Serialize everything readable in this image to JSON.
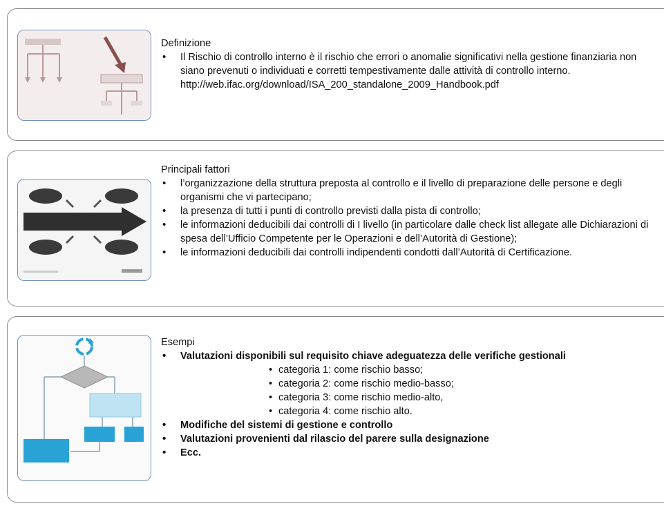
{
  "sections": [
    {
      "heading": "Definizione",
      "bullet": "Il Rischio di controllo interno è il rischio che errori o anomalie significativi nella gestione finanziaria non siano prevenuti o individuati e corretti tempestivamente dalle attività di controllo interno.",
      "url": "http://web.ifac.org/download/ISA_200_standalone_2009_Handbook.pdf"
    },
    {
      "heading": "Principali fattori",
      "bullets": [
        "l’organizzazione della struttura preposta al controllo e il livello di preparazione delle persone e degli organismi che vi partecipano;",
        "la presenza di tutti i punti di controllo previsti dalla pista di controllo;",
        "le informazioni deducibili dai controlli di I livello (in particolare dalle check list allegate alle Dichiarazioni di spesa dell’Ufficio Competente per le Operazioni e dell’Autorità di Gestione);",
        "le informazioni deducibili dai controlli indipendenti condotti dall’Autorità di Certificazione."
      ]
    },
    {
      "heading": "Esempi",
      "bullets": [
        "Valutazioni disponibili sul requisito chiave adeguatezza delle verifiche gestionali",
        "Modifiche  del sistemi di gestione e controllo",
        "Valutazioni provenienti dal rilascio del parere sulla designazione",
        "Ecc."
      ],
      "sub_bullets": [
        "categoria 1: come rischio basso;",
        "categoria 2: come rischio medio-basso;",
        "categoria 3: come rischio medio-alto,",
        "categoria 4: come rischio alto."
      ]
    }
  ],
  "colors": {
    "panel_border": "#8a8a8a",
    "thumb_border": "#6f8fbf",
    "flow_blue": "#29a3d6",
    "flow_light_blue": "#bfe3f2",
    "ellipse_dark": "#3a3a3a"
  },
  "icons": [
    "tree-diagram-thumbnail",
    "arrow-diagram-thumbnail",
    "flowchart-thumbnail",
    "refresh-cycle-icon"
  ]
}
